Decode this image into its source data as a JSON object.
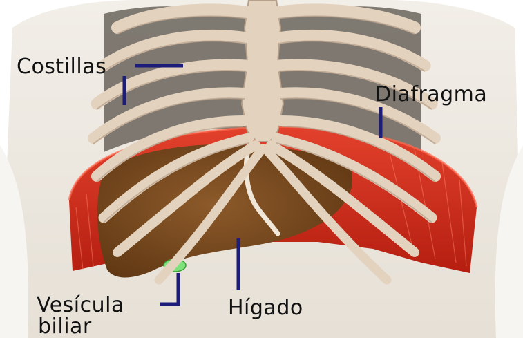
{
  "labels": {
    "ribs": "Costillas",
    "diaphragm": "Diafragma",
    "gallbladder_line1": "Vesícula",
    "gallbladder_line2": "biliar",
    "liver": "Hígado"
  },
  "colors": {
    "background": "#ffffff",
    "skin": "#ece7df",
    "bone": "#e3d2bd",
    "bone_edge": "#b7a08a",
    "liver": "#7b4a1d",
    "diaphragm": "#d42a17",
    "lung_dark": "#55504a",
    "gallbladder": "#7ee27a",
    "pointer": "#1c1c7a"
  }
}
